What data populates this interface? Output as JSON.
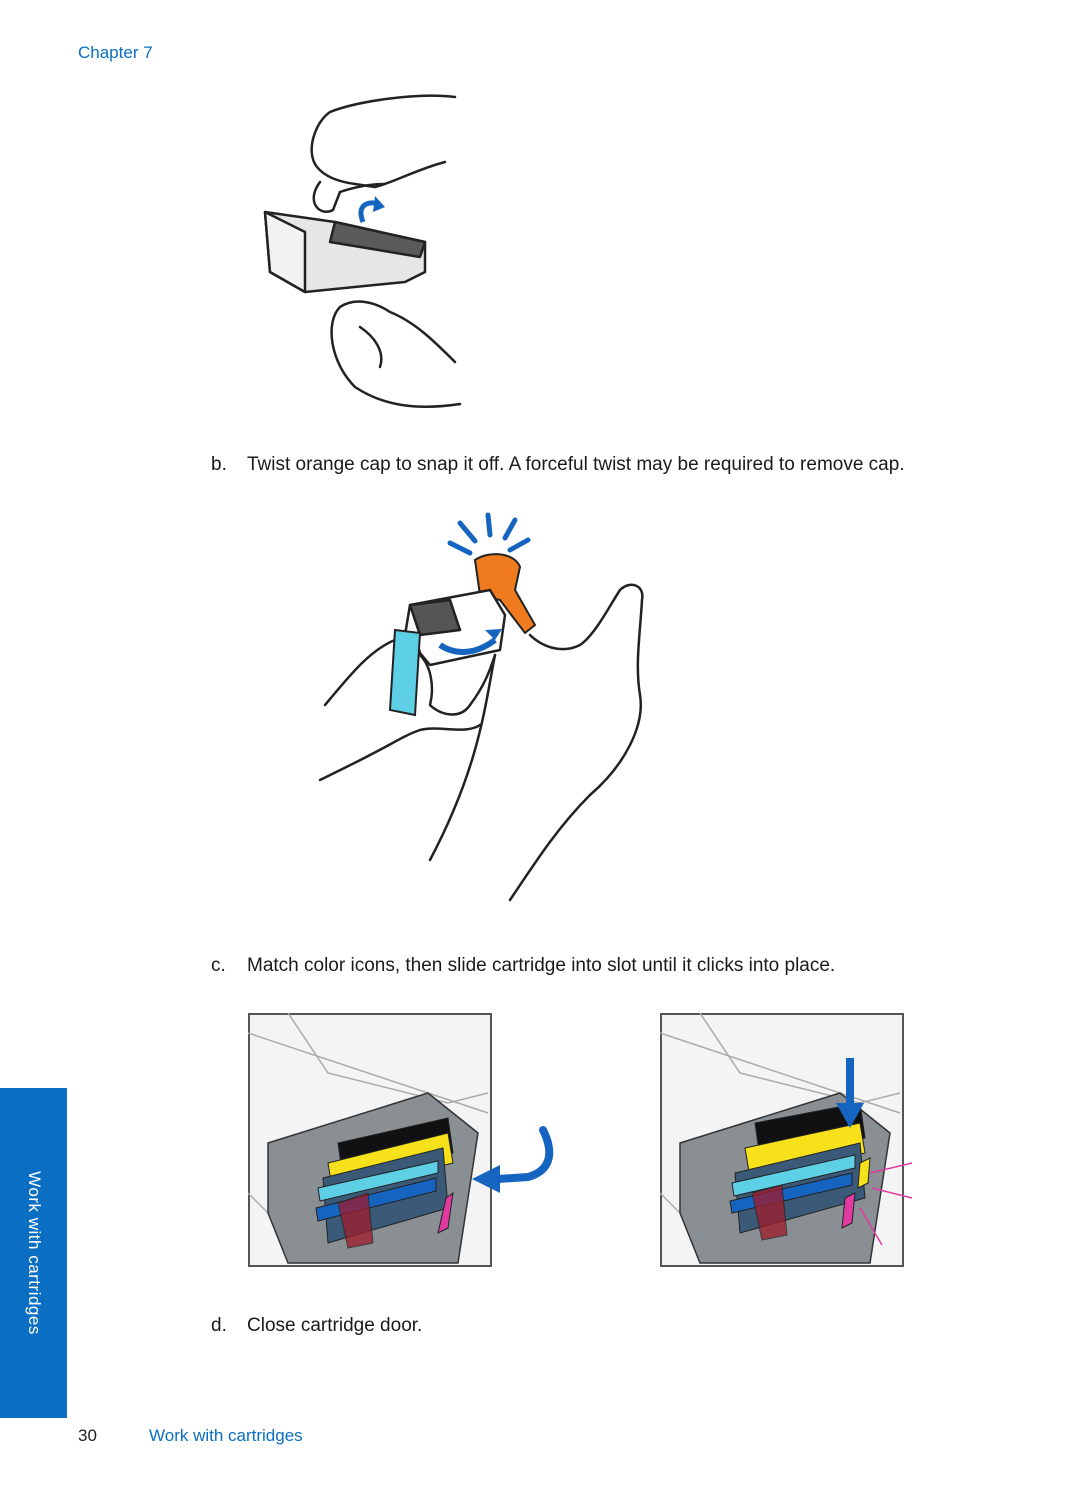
{
  "header": {
    "chapter": "Chapter 7"
  },
  "steps": [
    {
      "letter": "b.",
      "text": "Twist orange cap to snap it off. A forceful twist may be required to remove cap."
    },
    {
      "letter": "c.",
      "text": "Match color icons, then slide cartridge into slot until it clicks into place."
    },
    {
      "letter": "d.",
      "text": "Close cartridge door."
    }
  ],
  "side_tab": {
    "label": "Work with cartridges"
  },
  "footer": {
    "page_number": "30",
    "section": "Work with cartridges"
  },
  "colors": {
    "accent_blue": "#0a6fc2",
    "orange_cap": "#f07b1e",
    "cyan": "#5ed0e6",
    "yellow": "#f7e11a",
    "magenta": "#e03aa0"
  }
}
